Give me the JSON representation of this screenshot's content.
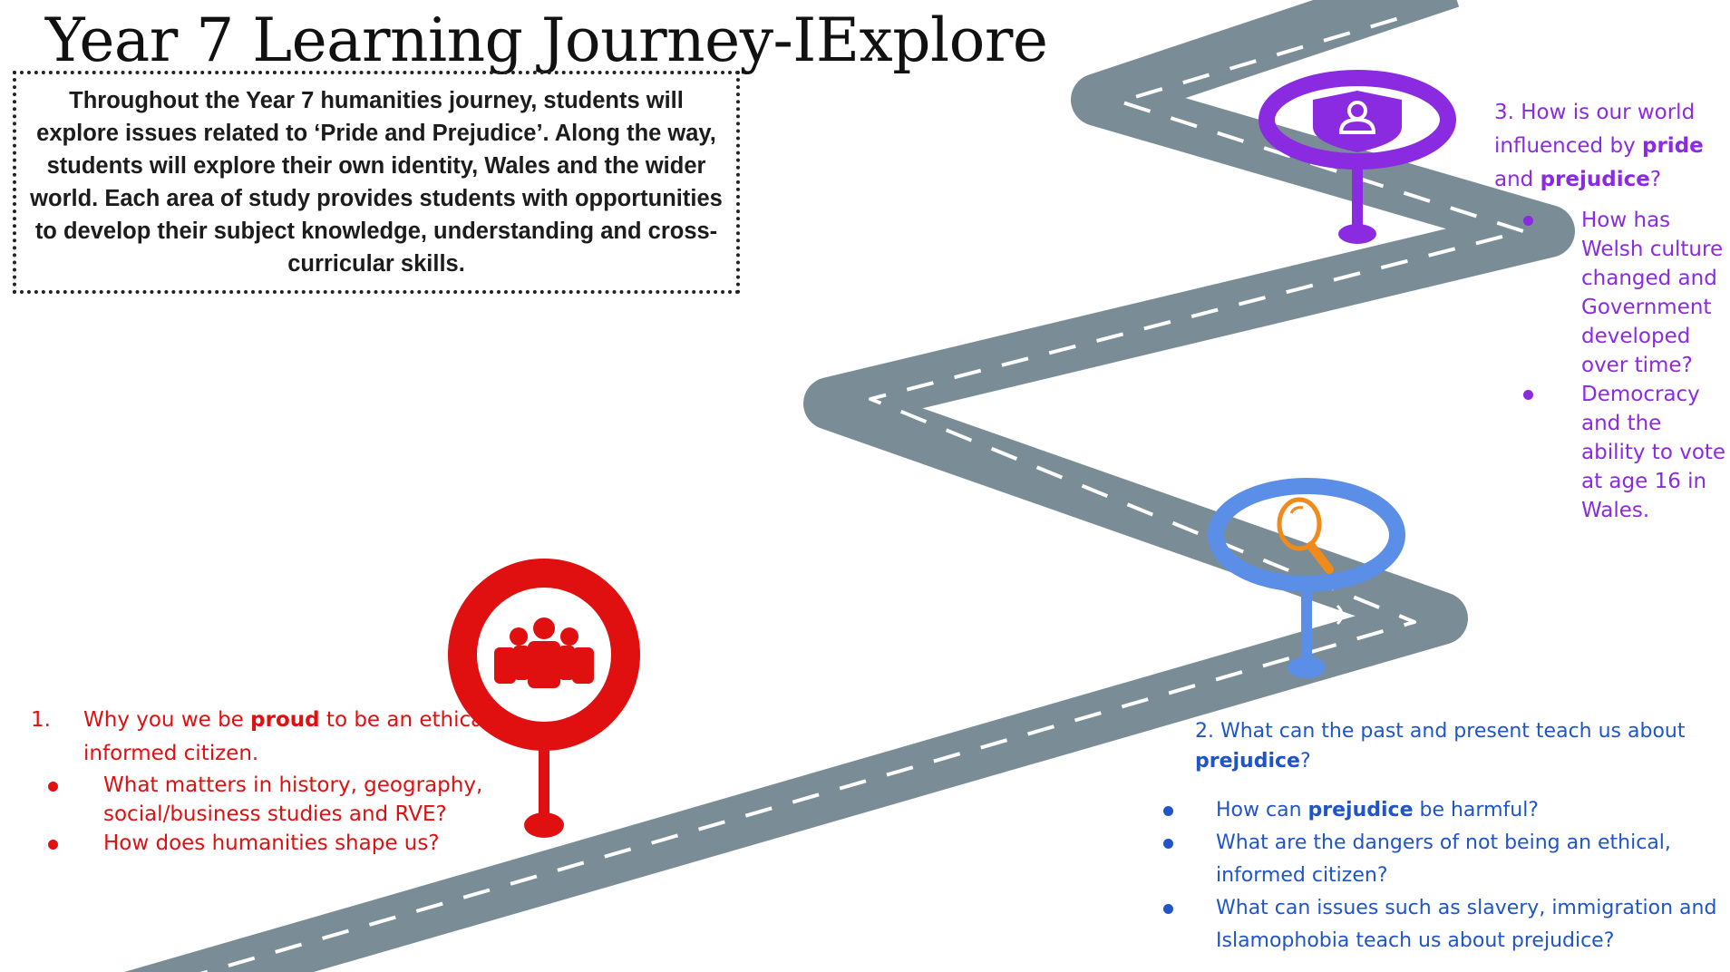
{
  "title": "Year 7 Learning Journey-IExplore",
  "intro": "Throughout the Year 7 humanities  journey, students will explore issues related to ‘Pride and Prejudice’. Along the way, students will explore their own identity, Wales and the wider world. Each area of study provides  students with opportunities to develop their subject knowledge, understanding and cross-curricular skills.",
  "stop1": {
    "number": "1.",
    "question": {
      "before": "Why you we be ",
      "bold": "proud",
      "after": " to be an ethical, informed citizen."
    },
    "bullets": [
      "What matters in history, geography, social/business studies and RVE?",
      "How does humanities shape us?"
    ],
    "color": "#e01010",
    "icon": "people-group-icon"
  },
  "stop2": {
    "question": {
      "before": "2. What can the past and present teach us about ",
      "bold": "prejudice",
      "after": "?"
    },
    "bullet1": {
      "before": "How can ",
      "bold": "prejudice",
      "after": " be harmful?"
    },
    "bullets": [
      "What are the dangers of not being an ethical, informed citizen?",
      "What can issues such as slavery, immigration and Islamophobia teach us about prejudice?"
    ],
    "color": "#1f55c8",
    "icon": "magnifying-glass-icon"
  },
  "stop3": {
    "question": {
      "before": "3. How is our world influenced by ",
      "bold1": "pride",
      "middle": " and ",
      "bold2": "prejudice",
      "after": "?"
    },
    "bullets": [
      "How has Welsh culture changed and Government developed over time?",
      "Democracy and the ability to vote at age 16 in Wales."
    ],
    "color": "#8a2be2",
    "icon": "user-shield-icon"
  },
  "road_color": "#7a8d97"
}
